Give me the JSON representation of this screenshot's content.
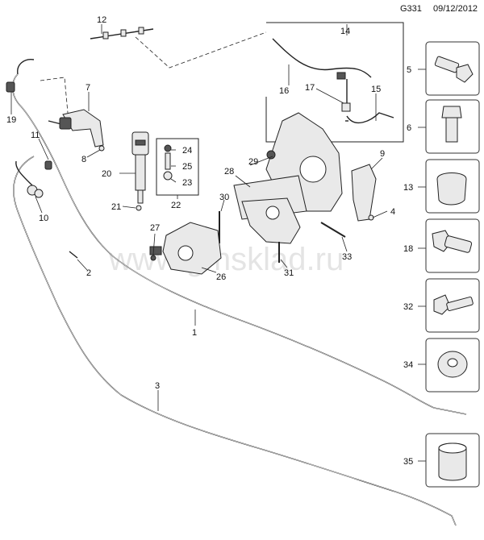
{
  "header": {
    "code": "G331",
    "date": "09/12/2012"
  },
  "watermark": "www.gmsklad.ru",
  "callouts": [
    "1",
    "2",
    "3",
    "4",
    "7",
    "8",
    "9",
    "10",
    "11",
    "12",
    "14",
    "15",
    "16",
    "17",
    "19",
    "20",
    "21",
    "22",
    "23",
    "24",
    "25",
    "26",
    "27",
    "28",
    "29",
    "30",
    "31",
    "33"
  ],
  "side_parts": [
    "5",
    "6",
    "13",
    "18",
    "32",
    "34",
    "35"
  ]
}
